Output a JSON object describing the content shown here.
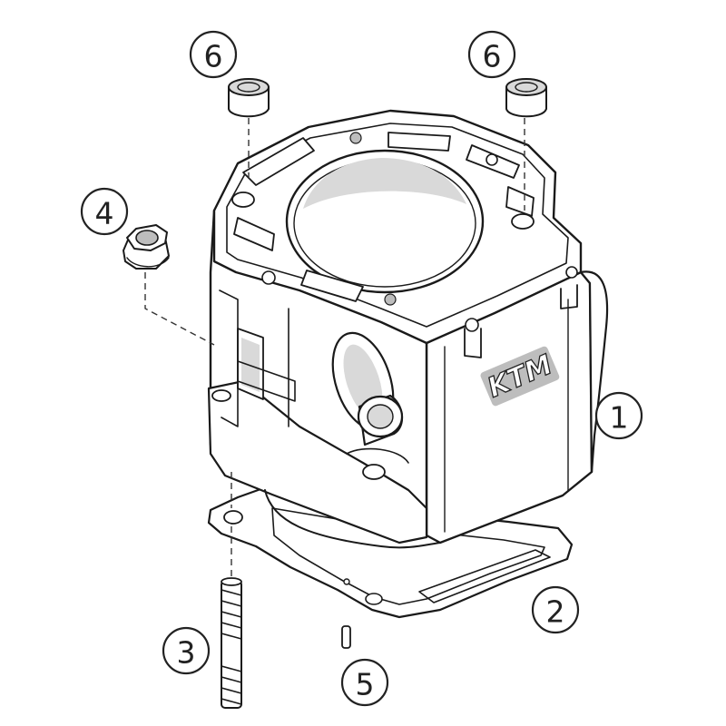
{
  "diagram": {
    "callouts": [
      {
        "id": "callout-1",
        "label": "1"
      },
      {
        "id": "callout-2",
        "label": "2"
      },
      {
        "id": "callout-3",
        "label": "3"
      },
      {
        "id": "callout-4",
        "label": "4"
      },
      {
        "id": "callout-5",
        "label": "5"
      },
      {
        "id": "callout-6a",
        "label": "6"
      },
      {
        "id": "callout-6b",
        "label": "6"
      }
    ],
    "brand_mark": "KTM"
  }
}
